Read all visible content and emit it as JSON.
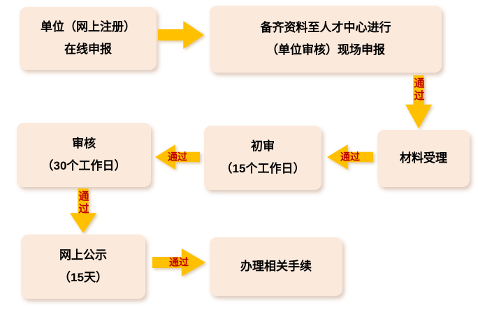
{
  "flowchart": {
    "nodes": {
      "register": {
        "line1": "单位（网上注册）",
        "line2": "在线申报"
      },
      "declare": {
        "line1": "备齐资料至人才中心进行",
        "line2": "（单位审核）现场申报"
      },
      "acceptance": {
        "line1": "材料受理"
      },
      "initial_review": {
        "line1": "初审",
        "line2": "（15个工作日）"
      },
      "review": {
        "line1": "审核",
        "line2": "（30个工作日）"
      },
      "publicity": {
        "line1": "网上公示",
        "line2": "（15天）"
      },
      "procedures": {
        "line1": "办理相关手续"
      }
    },
    "pass_label": "通过",
    "colors": {
      "box_fill": "#FBE9DC",
      "arrow_fill": "#FFC000",
      "pass_text": "#C00000",
      "text": "#000000"
    }
  }
}
